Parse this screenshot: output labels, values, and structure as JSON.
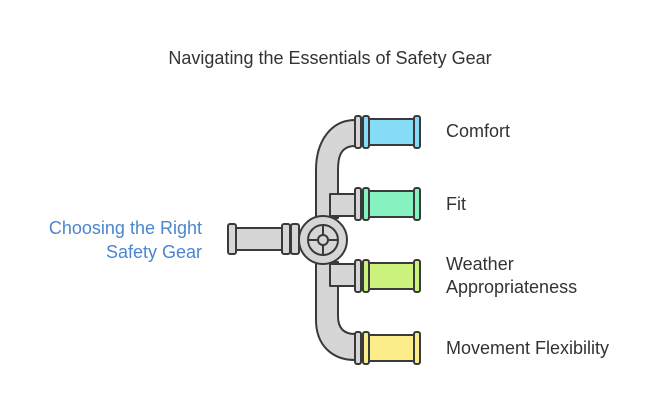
{
  "title": "Navigating the Essentials of Safety Gear",
  "source": {
    "line1": "Choosing the Right",
    "line2": "Safety Gear"
  },
  "outputs": [
    {
      "line1": "Comfort",
      "line2": "",
      "color": "#86dcf6",
      "icon": "pipe-outlet"
    },
    {
      "line1": "Fit",
      "line2": "",
      "color": "#86f2bf",
      "icon": "pipe-outlet"
    },
    {
      "line1": "Weather",
      "line2": "Appropriateness",
      "color": "#ccf27e",
      "icon": "pipe-outlet"
    },
    {
      "line1": "Movement Flexibility",
      "line2": "",
      "color": "#fbee8a",
      "icon": "pipe-outlet"
    }
  ],
  "colors": {
    "pipe": "#d6d6d6",
    "stroke": "#3a3a3a",
    "source_text": "#4a86d0"
  }
}
